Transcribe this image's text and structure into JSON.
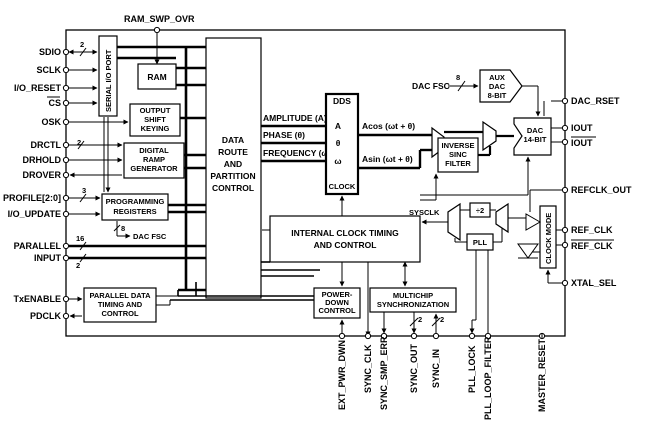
{
  "pins_left": {
    "sdio": "SDIO",
    "sclk": "SCLK",
    "io_reset": "I/O_RESET",
    "cs": "CS",
    "osk": "OSK",
    "drctl": "DRCTL",
    "drhold": "DRHOLD",
    "drover": "DROVER",
    "profile": "PROFILE[2:0]",
    "io_update": "I/O_UPDATE",
    "parallel_1": "PARALLEL",
    "parallel_2": "INPUT",
    "txenable": "TxENABLE",
    "pdclk": "PDCLK"
  },
  "pins_top": {
    "ram_swp_ovr": "RAM_SWP_OVR"
  },
  "pins_right": {
    "dac_rset": "DAC_RSET",
    "iout": "IOUT",
    "iout_bar": "IOUT",
    "refclk_out": "REFCLK_OUT",
    "ref_clk": "REF_CLK",
    "ref_clk_bar": "REF_CLK",
    "xtal_sel": "XTAL_SEL"
  },
  "pins_bottom": {
    "ext_pwr_dwn": "EXT_PWR_DWN",
    "sync_clk": "SYNC_CLK",
    "sync_smp_err": "SYNC_SMP_ERR",
    "sync_out": "SYNC_OUT",
    "sync_in": "SYNC_IN",
    "pll_lock": "PLL_LOCK",
    "pll_loop_filter": "PLL_LOOP_FILTER",
    "master_reset": "MASTER_RESET"
  },
  "blocks": {
    "serial_io_port": "SERIAL I/O PORT",
    "ram": "RAM",
    "osk_1": "OUTPUT",
    "osk_2": "SHIFT",
    "osk_3": "KEYING",
    "drg_1": "DIGITAL",
    "drg_2": "RAMP",
    "drg_3": "GENERATOR",
    "prog_1": "PROGRAMMING",
    "prog_2": "REGISTERS",
    "route_1": "DATA",
    "route_2": "ROUTE",
    "route_3": "AND",
    "route_4": "PARTITION",
    "route_5": "CONTROL",
    "dds": "DDS",
    "dds_a": "A",
    "dds_theta": "θ",
    "dds_omega": "ω",
    "dds_clock": "CLOCK",
    "sinc_1": "INVERSE",
    "sinc_2": "SINC",
    "sinc_3": "FILTER",
    "dac_1": "DAC",
    "dac_2": "14-BIT",
    "aux_1": "AUX",
    "aux_2": "DAC",
    "aux_3": "8-BIT",
    "clk_1": "INTERNAL CLOCK TIMING",
    "clk_2": "AND CONTROL",
    "div2": "÷2",
    "pll": "PLL",
    "clock_mode": "CLOCK MODE",
    "pd_1": "POWER-",
    "pd_2": "DOWN",
    "pd_3": "CONTROL",
    "mc_1": "MULTICHIP",
    "mc_2": "SYNCHRONIZATION",
    "pdt_1": "PARALLEL DATA",
    "pdt_2": "TIMING AND",
    "pdt_3": "CONTROL"
  },
  "signals": {
    "amplitude": "AMPLITUDE (A)",
    "phase": "PHASE (θ)",
    "frequency": "FREQUENCY (ω)",
    "acos": "Acos (ωt + θ)",
    "asin": "Asin (ωt + θ)",
    "sysclk": "SYSCLK",
    "dac_fsc": "DAC FSC",
    "dac_fsc_2": "DAC FSC"
  },
  "bus_widths": {
    "sdio": "2",
    "drctl": "2",
    "profile": "3",
    "prog_out": "8",
    "aux_in": "8",
    "parallel_16": "16",
    "parallel_2": "2",
    "sync_out": "2",
    "sync_in": "2"
  }
}
